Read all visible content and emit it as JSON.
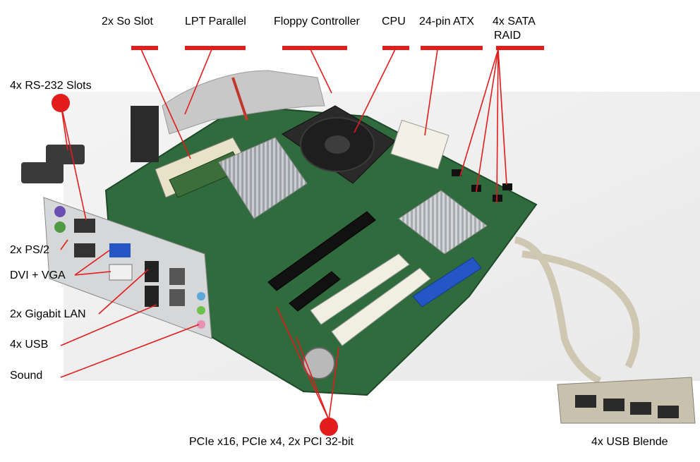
{
  "colors": {
    "annotation_red": "#e31c1c",
    "pcb_green": "#2f6b3c",
    "backdrop": "#f1f1f1"
  },
  "labels": {
    "so_slot": "2x So Slot",
    "lpt": "LPT Parallel",
    "floppy": "Floppy Controller",
    "cpu": "CPU",
    "atx": "24-pin ATX",
    "sata_line1": "4x SATA",
    "sata_line2": "RAID",
    "rs232": "4x RS-232 Slots",
    "ps2": "2x PS/2",
    "dvi_vga": "DVI + VGA",
    "lan": "2x Gigabit LAN",
    "usb": "4x USB",
    "sound": "Sound",
    "slots": "PCIe x16, PCIe x4, 2x PCI 32-bit",
    "usb_blende": "4x USB Blende"
  }
}
